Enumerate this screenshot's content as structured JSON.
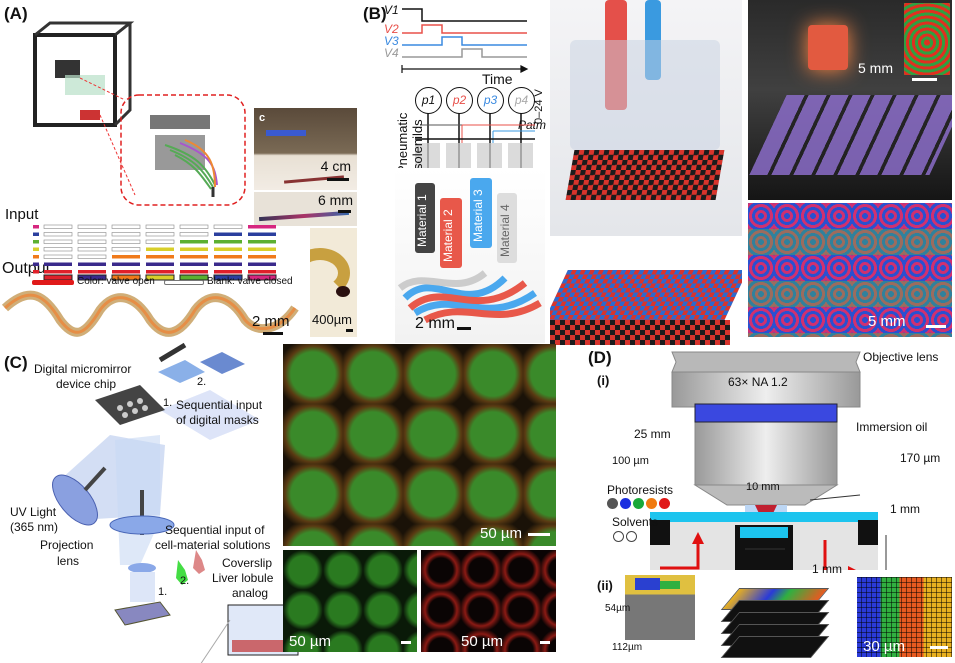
{
  "panels": {
    "A": {
      "label": "(A)",
      "inset_photo_label": "c",
      "input_label": "Input",
      "output_label": "Output",
      "legend_open": "Color: valve open",
      "legend_closed": "Blank: valve closed",
      "scale_4cm": "4 cm",
      "scale_6mm": "6 mm",
      "scale_400um": "400µm",
      "scale_2mm": "2 mm",
      "channel_colors": [
        "#d6267f",
        "#2b3f9e",
        "#5cb030",
        "#d8cf2a",
        "#f07a1a",
        "#3a2a8c",
        "#e0202a"
      ]
    },
    "B": {
      "label": "(B)",
      "signals": [
        "V1",
        "V2",
        "V3",
        "V4"
      ],
      "time_label": "Time",
      "pressures": [
        "p1",
        "p2",
        "p3",
        "p4"
      ],
      "voltage_label": "0–24 V",
      "patm_label": "Patm",
      "solenoid_label_1": "Pneumatic",
      "solenoid_label_2": "solenilds",
      "materials": [
        "Material 1",
        "Material 2",
        "Material 3",
        "Material 4"
      ],
      "material_colors": [
        "#222222",
        "#e8584a",
        "#3a9ae0",
        "#bbbbbb"
      ],
      "scale_2mm": "2 mm",
      "scale_5mm_inset": "5 mm",
      "scale_5mm": "5 mm"
    },
    "C": {
      "label": "(C)",
      "dmd_label_1": "Digital micromirror",
      "dmd_label_2": "device chip",
      "masks_label_1": "Sequential input",
      "masks_label_2": "of digital masks",
      "uv_label_1": "UV Light",
      "uv_label_2": "(365 nm)",
      "projection_label_1": "Projection",
      "projection_label_2": "lens",
      "solutions_label_1": "Sequential input of",
      "solutions_label_2": "cell-material solutions",
      "coverslip_label": "Coverslip",
      "lobule_label_1": "Liver lobule",
      "lobule_label_2": "analog",
      "step1": "1.",
      "step2": "2.",
      "scale_main": "50 µm",
      "scale_green": "50 µm",
      "scale_red": "50 µm"
    },
    "D": {
      "label": "(D)",
      "sub_i": "(i)",
      "sub_ii": "(ii)",
      "objective_label": "Objective lens",
      "objective_text": "63× NA 1.2",
      "immersion_label": "Immersion oil",
      "dim_25mm": "25 mm",
      "dim_100um": "100 µm",
      "dim_170um": "170 µm",
      "dim_10mm": "10 mm",
      "dim_1mm_v": "1 mm",
      "dim_1mm_h": "1 mm",
      "photoresists_label": "Photoresists",
      "photoresist_colors": [
        "#555555",
        "#1a2ee0",
        "#1aa83a",
        "#f07a10",
        "#e01818"
      ],
      "solvents_label": "Solvents",
      "dim_54um": "54µm",
      "dim_112um": "112µm",
      "scale_30um": "30 µm"
    }
  }
}
